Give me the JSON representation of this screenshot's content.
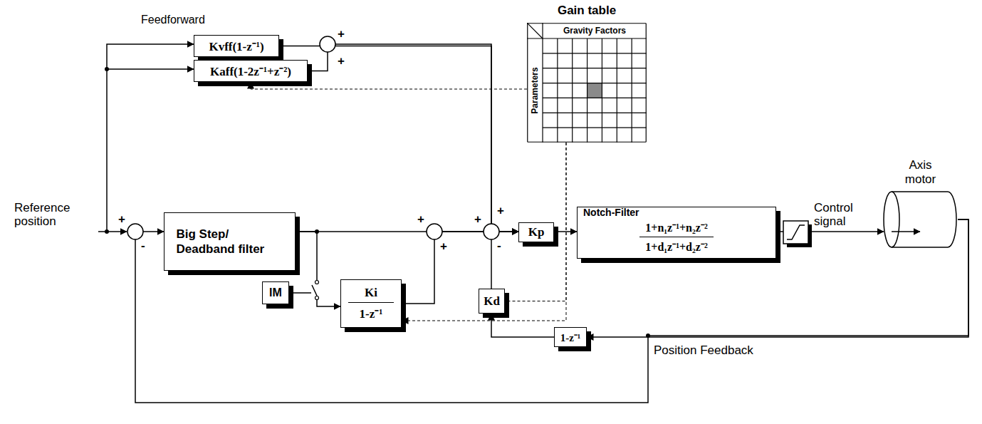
{
  "diagram": {
    "nodes": [
      {
        "text": [
          "Kvff(1-z⁻¹)"
        ]
      },
      {
        "text": [
          "Kaff(1-2z⁻¹+z⁻²)"
        ]
      },
      {
        "text": [
          "Gain table",
          "Gravity Factors",
          "Parameters"
        ]
      },
      {
        "text": [
          "Big Step/ Deadband filter"
        ]
      },
      {
        "text": [
          "Kp"
        ]
      },
      {
        "text": [
          "Notch-Filter",
          "1+n₁z⁻¹+n₂z⁻²",
          "1+d₁z⁻¹+d₂z⁻²"
        ]
      },
      {
        "text": [
          "Axis motor"
        ]
      },
      {
        "text": [
          "IM"
        ]
      },
      {
        "text": [
          "Ki",
          "1-z⁻¹"
        ]
      },
      {
        "text": [
          "Kd"
        ]
      },
      {
        "text": [
          "1-z⁻¹"
        ]
      }
    ],
    "edges": [
      {
        "from": 0,
        "to": 4,
        "arrow": "to"
      },
      {
        "from": 1,
        "to": 4,
        "arrow": "to"
      },
      {
        "from": 3,
        "to": 4,
        "arrow": "to"
      },
      {
        "from": 3,
        "to": 8,
        "arrow": "to"
      },
      {
        "from": 8,
        "to": 4,
        "arrow": "to"
      },
      {
        "from": 9,
        "to": 4,
        "arrow": "to"
      },
      {
        "from": 4,
        "to": 5,
        "arrow": "to"
      },
      {
        "from": 5,
        "to": 6,
        "arrow": "to"
      },
      {
        "from": 6,
        "to": 10,
        "arrow": "to"
      },
      {
        "from": 6,
        "to": 3,
        "arrow": "to"
      },
      {
        "from": 10,
        "to": 9,
        "arrow": "to"
      },
      {
        "from": 2,
        "to": 1,
        "arrow": "to"
      },
      {
        "from": 2,
        "to": 9,
        "arrow": "none"
      },
      {
        "from": 2,
        "to": 8,
        "arrow": "to"
      }
    ],
    "labels": [
      "Feedforward",
      "+",
      "+",
      "Reference position",
      "+",
      "-",
      "+",
      "+",
      "+",
      "+",
      "-",
      "Control signal",
      "Position Feedback"
    ]
  }
}
